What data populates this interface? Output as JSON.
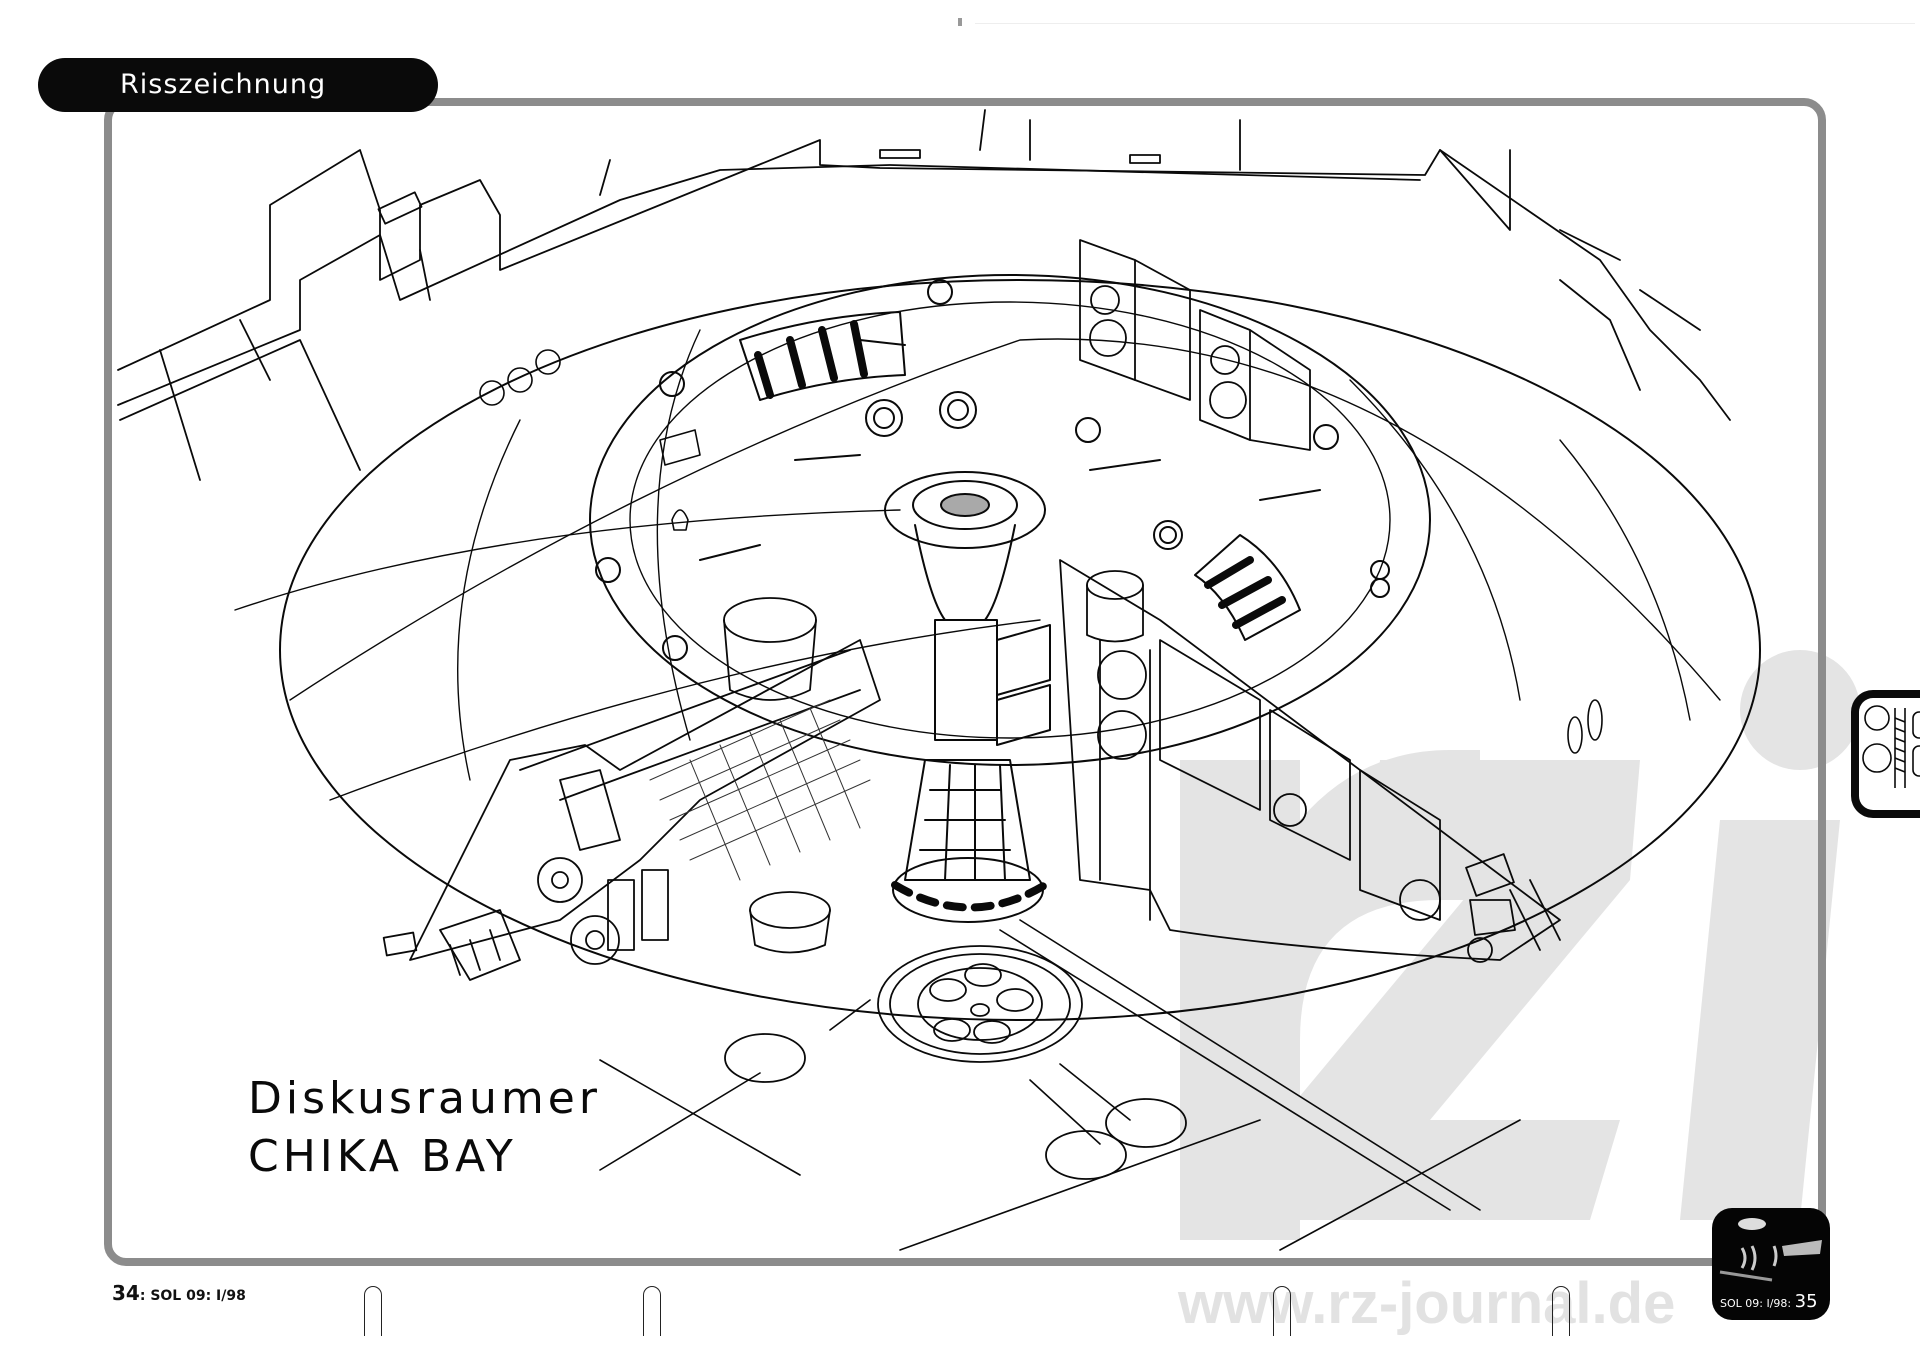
{
  "section": {
    "label": "Risszeichnung"
  },
  "drawing": {
    "title_line1": "Diskusraumer",
    "title_line2": "CHIKA BAY",
    "subject": "cutaway-disc-ship",
    "colors": {
      "ink": "#0a0a0a",
      "frame": "#8c8c8c",
      "watermark": "#e2e2e2",
      "paper": "#ffffff"
    }
  },
  "watermark": {
    "logo": "rz",
    "url": "www.rz-journal.de"
  },
  "folio": {
    "left": {
      "page": "34",
      "issue": ": SOL 09: I/98"
    },
    "right": {
      "issue": "SOL 09: I/98: ",
      "page": "35"
    }
  }
}
